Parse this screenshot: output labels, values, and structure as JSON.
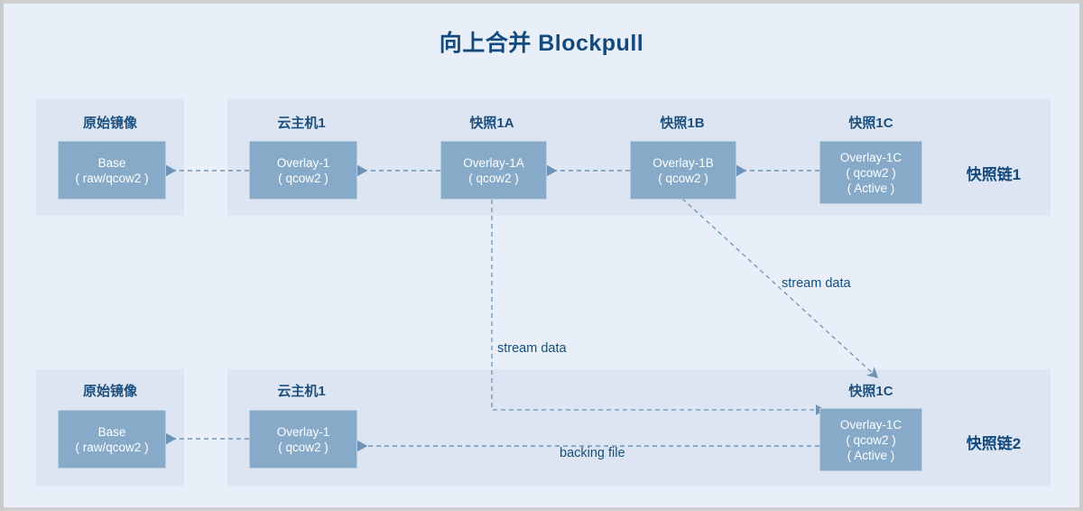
{
  "title": "向上合并 Blockpull",
  "colors": {
    "page_background": "#e9eff8",
    "panel_background": "#dce5f1",
    "box_fill": "#86aac7",
    "box_border": "#b7cede",
    "text_dark_blue": "#12497f",
    "label_blue": "#1b4f7f",
    "arrow_blue": "#6d94b8",
    "frame_gray": "#c9c9c9"
  },
  "rows": [
    {
      "id": "chain-1",
      "chain_label": "快照链1",
      "nodes": [
        {
          "id": "row1-base",
          "group_label": "原始镜像",
          "lines": [
            "Base",
            "( raw/qcow2 )"
          ]
        },
        {
          "id": "row1-overlay1",
          "group_label": "云主机1",
          "lines": [
            "Overlay-1",
            "( qcow2 )"
          ]
        },
        {
          "id": "row1-overlay1a",
          "group_label": "快照1A",
          "lines": [
            "Overlay-1A",
            "( qcow2 )"
          ]
        },
        {
          "id": "row1-overlay1b",
          "group_label": "快照1B",
          "lines": [
            "Overlay-1B",
            "( qcow2 )"
          ]
        },
        {
          "id": "row1-overlay1c",
          "group_label": "快照1C",
          "lines": [
            "Overlay-1C",
            "( qcow2 )",
            "( Active )"
          ]
        }
      ]
    },
    {
      "id": "chain-2",
      "chain_label": "快照链2",
      "nodes": [
        {
          "id": "row2-base",
          "group_label": "原始镜像",
          "lines": [
            "Base",
            "( raw/qcow2 )"
          ]
        },
        {
          "id": "row2-overlay1",
          "group_label": "云主机1",
          "lines": [
            "Overlay-1",
            "( qcow2 )"
          ]
        },
        {
          "id": "row2-overlay1c",
          "group_label": "快照1C",
          "lines": [
            "Overlay-1C",
            "( qcow2 )",
            "( Active )"
          ]
        }
      ]
    }
  ],
  "edge_labels": {
    "stream_data_vertical": "stream data",
    "stream_data_diagonal": "stream data",
    "backing_file": "backing file"
  }
}
